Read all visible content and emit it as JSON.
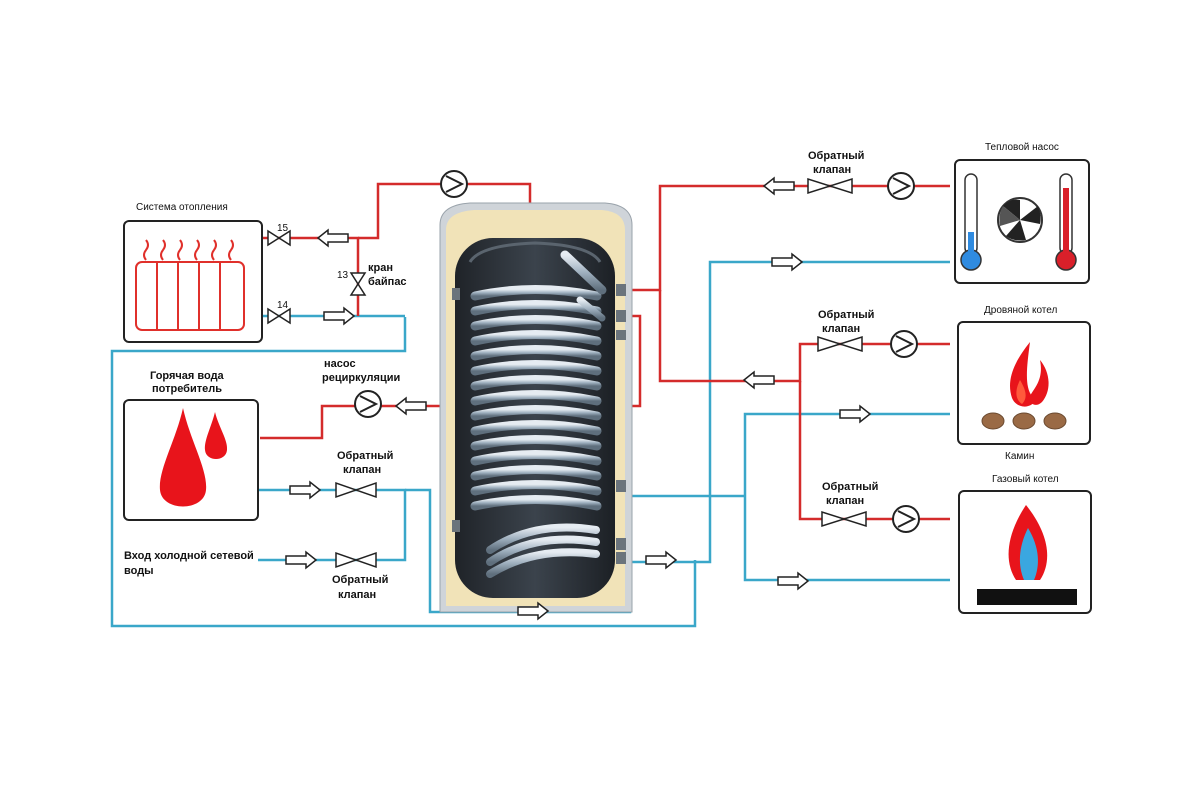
{
  "colors": {
    "hot_pipe": "#d42b2b",
    "cold_pipe": "#3aa7c9",
    "flame_red": "#e8141b",
    "flame_blue": "#3aa7e0",
    "tank_insulation": "#f1e3b8",
    "tank_inner": "#2b3036",
    "coil": "#b9c4cf",
    "wood": "#9a6a45"
  },
  "labels": {
    "heating_system": "Система отопления",
    "valve_15": "15",
    "valve_14": "14",
    "valve_13": "13",
    "bypass_valve_line1": "кран",
    "bypass_valve_line2": "байпас",
    "hot_water_line1": "Горячая вода",
    "hot_water_line2": "потребитель",
    "recirc_pump_line1": "насос",
    "recirc_pump_line2": "рециркуляции",
    "check_valve_a_line1": "Обратный",
    "check_valve_a_line2": "клапан",
    "check_valve_b_line1": "Обратный",
    "check_valve_b_line2": "клапан",
    "cold_inlet_line1": "Вход холодной сетевой",
    "cold_inlet_line2": "воды",
    "heat_pump": "Тепловой насос",
    "check_valve_hp_line1": "Обратный",
    "check_valve_hp_line2": "клапан",
    "wood_boiler": "Дровяной котел",
    "check_valve_wood_line1": "Обратный",
    "check_valve_wood_line2": "клапан",
    "fireplace": "Камин",
    "gas_boiler": "Газовый котел",
    "check_valve_gas_line1": "Обратный",
    "check_valve_gas_line2": "клапан"
  },
  "icons": [
    "radiator-icon",
    "drop-icon",
    "thermometer-icon",
    "fan-icon",
    "fire-icon",
    "gas-flame-icon",
    "pump-icon",
    "check-valve-icon",
    "flow-arrow-icon"
  ]
}
